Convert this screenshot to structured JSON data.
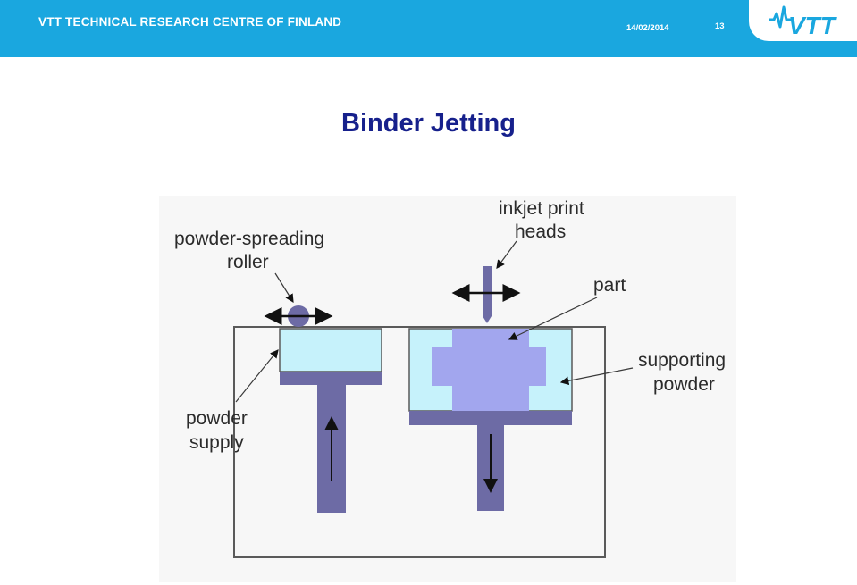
{
  "header": {
    "organization": "VTT TECHNICAL RESEARCH CENTRE OF FINLAND",
    "date": "14/02/2014",
    "page_number": "13",
    "logo_text": "VTT"
  },
  "slide": {
    "title": "Binder Jetting"
  },
  "diagram": {
    "labels": {
      "roller_line1": "powder-spreading",
      "roller_line2": "roller",
      "heads_line1": "inkjet print",
      "heads_line2": "heads",
      "part": "part",
      "support_line1": "supporting",
      "support_line2": "powder",
      "supply_line1": "powder",
      "supply_line2": "supply"
    },
    "colors": {
      "powder": "#c6f2fb",
      "piston": "#6d6ba5",
      "part": "#a2a6ee",
      "frame": "#5a5a5a",
      "arrow": "#111111"
    },
    "icons": [
      "horizontal-double-arrow-icon",
      "up-arrow-icon",
      "down-arrow-icon"
    ]
  }
}
